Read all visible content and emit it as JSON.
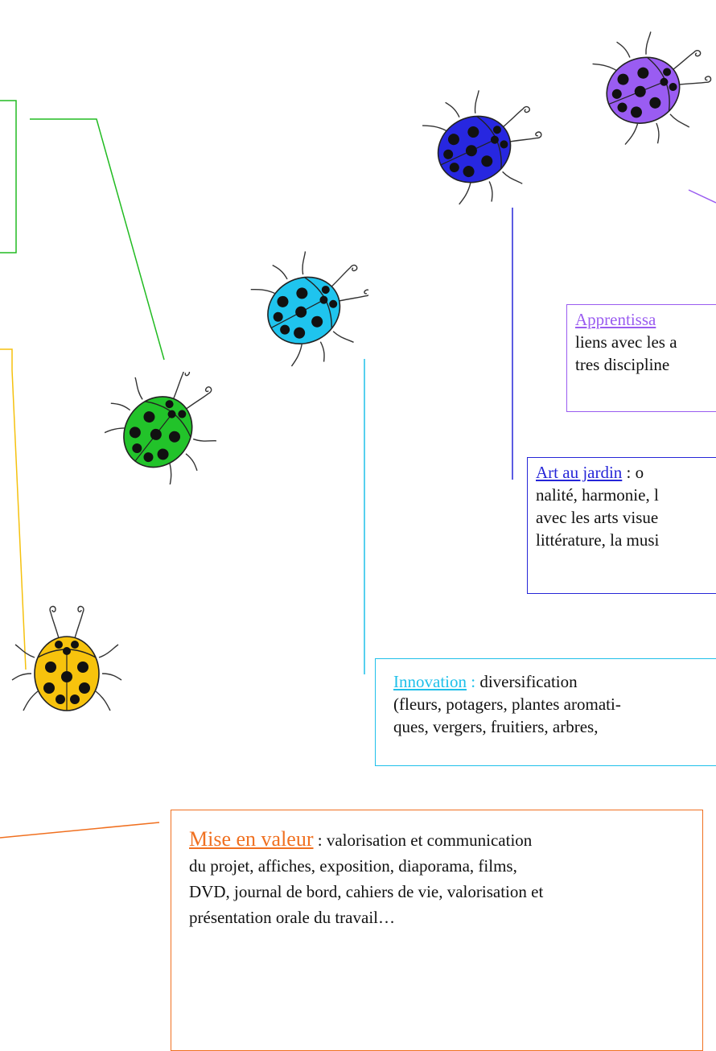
{
  "colors": {
    "green": "#22bb22",
    "yellow": "#f5c10e",
    "cyan": "#1fc0ea",
    "blue": "#2626d8",
    "purple": "#9a5cf0",
    "orange": "#f07020"
  },
  "boxes": {
    "apprentissage": {
      "title": "Apprentissa",
      "line1": "liens avec les a",
      "line2": "tres discipline"
    },
    "art": {
      "title": "Art au jardin",
      "sep": " : o",
      "line1": "nalité, harmonie, l",
      "line2": "avec les arts visue",
      "line3": "littérature, la musi"
    },
    "innovation": {
      "title": "Innovation",
      "sep": " : ",
      "rest": "diversification",
      "line1": "(fleurs, potagers, plantes aromati-",
      "line2": "ques, vergers,  fruitiers, arbres,"
    },
    "mise": {
      "title": "Mise en valeur",
      "sep": " : valorisation et communication",
      "line1": "du projet, affiches, exposition, diaporama, films,",
      "line2": "DVD, journal de bord, cahiers de vie, valorisation et",
      "line3": "présentation orale du travail…"
    }
  },
  "icons": [
    "ladybug-green-icon",
    "ladybug-cyan-icon",
    "ladybug-blue-icon",
    "ladybug-purple-icon",
    "ladybug-yellow-icon"
  ]
}
